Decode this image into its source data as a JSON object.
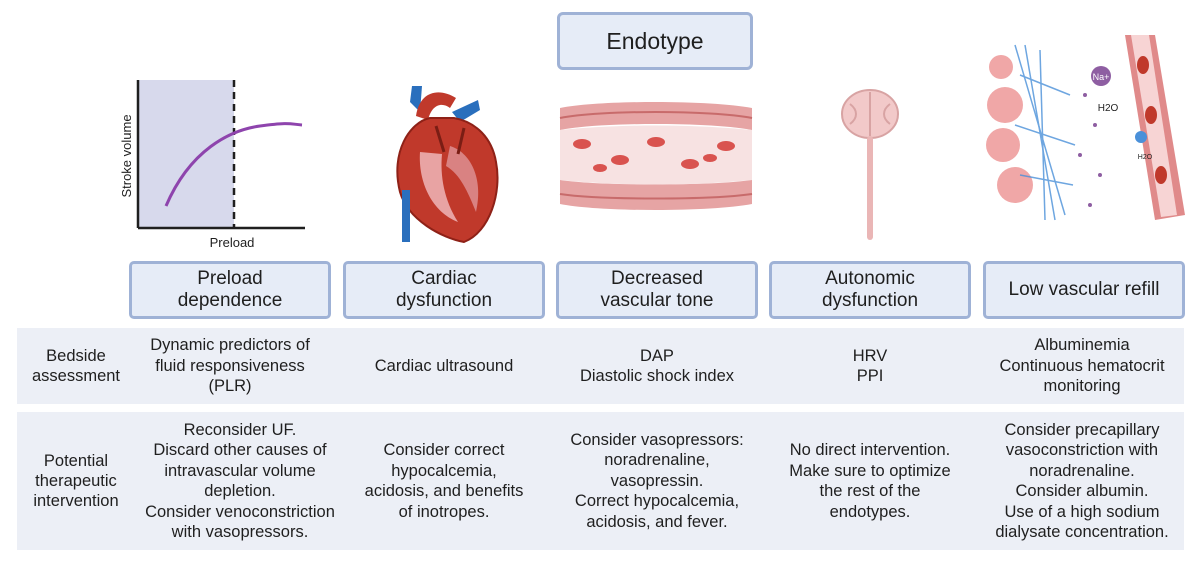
{
  "header": {
    "title": "Endotype"
  },
  "chart": {
    "ylabel": "Stroke volume",
    "xlabel": "Preload"
  },
  "endotypes": [
    {
      "label": "Preload\ndependence"
    },
    {
      "label": "Cardiac\ndysfunction"
    },
    {
      "label": "Decreased\nvascular tone"
    },
    {
      "label": "Autonomic\ndysfunction"
    },
    {
      "label": "Low vascular refill"
    }
  ],
  "rows": {
    "bedside": {
      "label": "Bedside\nassessment",
      "cells": [
        "Dynamic predictors of\nfluid responsiveness\n(PLR)",
        "Cardiac ultrasound",
        "DAP\nDiastolic shock index",
        "HRV\nPPI",
        "Albuminemia\nContinuous hematocrit\nmonitoring"
      ]
    },
    "intervention": {
      "label": "Potential\ntherapeutic\nintervention",
      "cells": [
        "Reconsider UF.\nDiscard other causes of\nintravascular volume\ndepletion.\nConsider venoconstriction\nwith vasopressors.",
        "Consider correct\nhypocalcemia,\nacidosis, and benefits\nof inotropes.",
        "Consider vasopressors:\nnoradrenaline,\nvasopressin.\nCorrect hypocalcemia,\nacidosis, and fever.",
        "No direct intervention.\nMake sure to optimize\nthe rest of the\nendotypes.",
        "Consider precapillary\nvasoconstriction with\nnoradrenaline.\nConsider albumin.\nUse of a high sodium\ndialysate concentration."
      ]
    }
  },
  "illustration_labels": {
    "sodium": "Na+",
    "water": "H2O",
    "water_small": "H2O"
  },
  "colors": {
    "box_fill": "#e6ecf7",
    "box_border": "#9fb2d6",
    "row_fill": "#eceff6",
    "curve": "#8e44ad",
    "shade": "#d7d9ec"
  }
}
